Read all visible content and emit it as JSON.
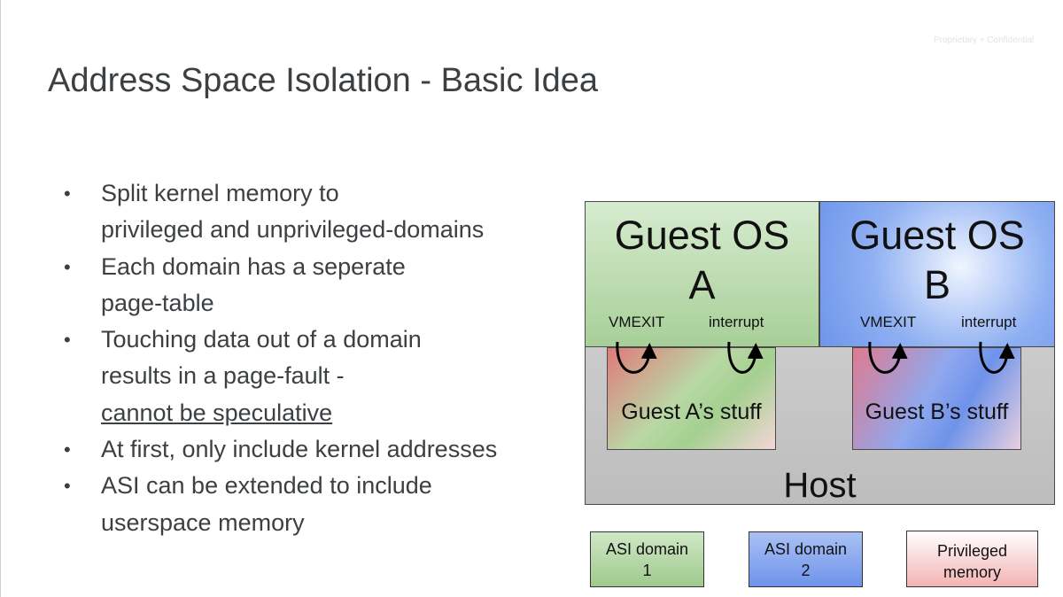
{
  "header": {
    "confidential": "Proprietary + Confidential",
    "title": "Address Space Isolation - Basic Idea"
  },
  "bullets": [
    {
      "lines": [
        "Split kernel memory to",
        "privileged and unprivileged-domains"
      ]
    },
    {
      "lines": [
        "Each domain has a seperate",
        "page-table"
      ]
    },
    {
      "lines": [
        "Touching data out of a domain",
        "results in a page-fault -"
      ],
      "underlined": "cannot be speculative"
    },
    {
      "lines": [
        "At first, only include kernel addresses"
      ]
    },
    {
      "lines": [
        "ASI can be extended to include",
        "userspace memory"
      ]
    }
  ],
  "diagram": {
    "host": "Host",
    "guest_a": {
      "line1": "Guest OS",
      "line2": "A",
      "vmexit": "VMEXIT",
      "interrupt": "interrupt",
      "stuff": "Guest A’s stuff"
    },
    "guest_b": {
      "line1": "Guest OS",
      "line2": "B",
      "vmexit": "VMEXIT",
      "interrupt": "interrupt",
      "stuff": "Guest B’s stuff"
    },
    "legend": {
      "domain1": {
        "line1": "ASI domain",
        "line2": "1"
      },
      "domain2": {
        "line1": "ASI domain",
        "line2": "2"
      },
      "privileged": {
        "line1": "Privileged",
        "line2": "memory"
      }
    }
  }
}
